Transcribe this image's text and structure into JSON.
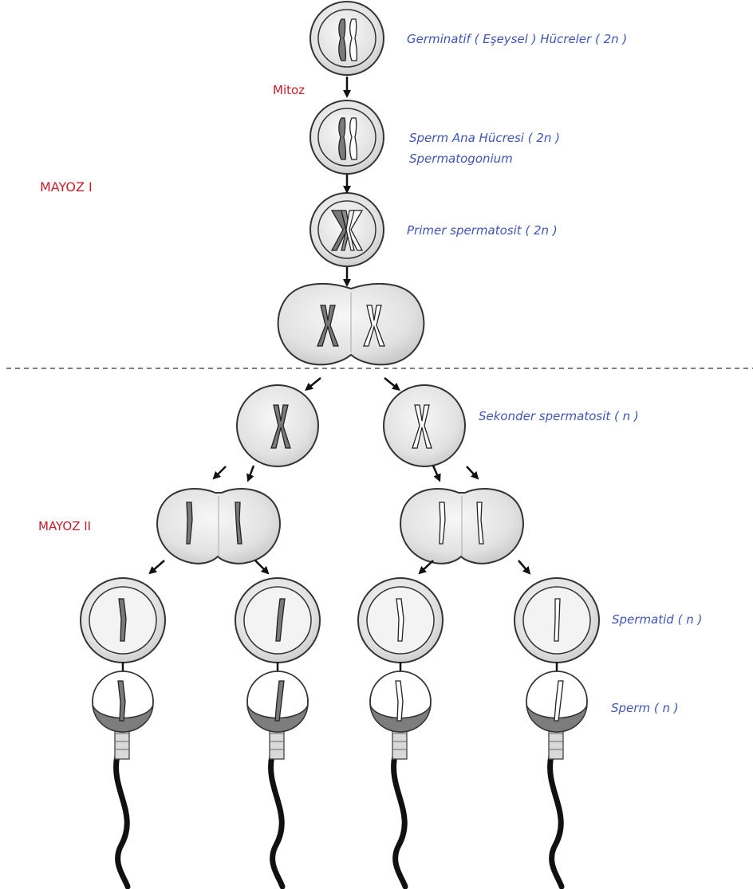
{
  "labels": {
    "germinatif": "Germinatif ( Eşeysel ) Hücreler ( 2n )",
    "sperm_ana": "Sperm Ana Hücresi ( 2n )",
    "spermatogonium": "Spermatogonium",
    "primer": "Primer spermatosit ( 2n )",
    "sekonder": "Sekonder spermatosit ( n )",
    "spermatid": "Spermatid ( n )",
    "sperm": "Sperm ( n )"
  },
  "stages": {
    "mitoz": "Mitoz",
    "mayoz1": "MAYOZ I",
    "mayoz2": "MAYOZ II"
  },
  "colors": {
    "label": "#3f55b8",
    "stage": "#c8202a",
    "chromosome_dark": "#7a7a7a",
    "chromosome_light": "#ffffff",
    "cell_fill": "#e4e4e4"
  }
}
